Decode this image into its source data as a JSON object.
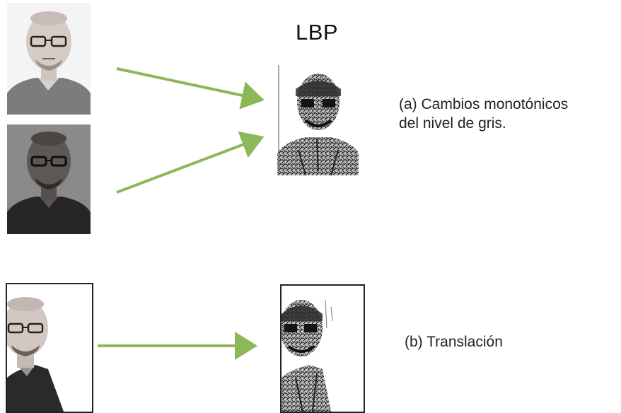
{
  "title": "LBP",
  "captions": {
    "a_line1": "(a) Cambios monotónicos",
    "a_line2": "del nivel de gris.",
    "b": "(b)  Translación"
  },
  "colors": {
    "arrow": "#8db858",
    "frame": "#222222"
  },
  "images": {
    "face_normal": "portrait photo (light background)",
    "face_dark": "portrait photo (darkened gray levels)",
    "lbp_a": "LBP texture image",
    "face_translated": "portrait photo (translated)",
    "lbp_b": "LBP texture image (translated)"
  }
}
